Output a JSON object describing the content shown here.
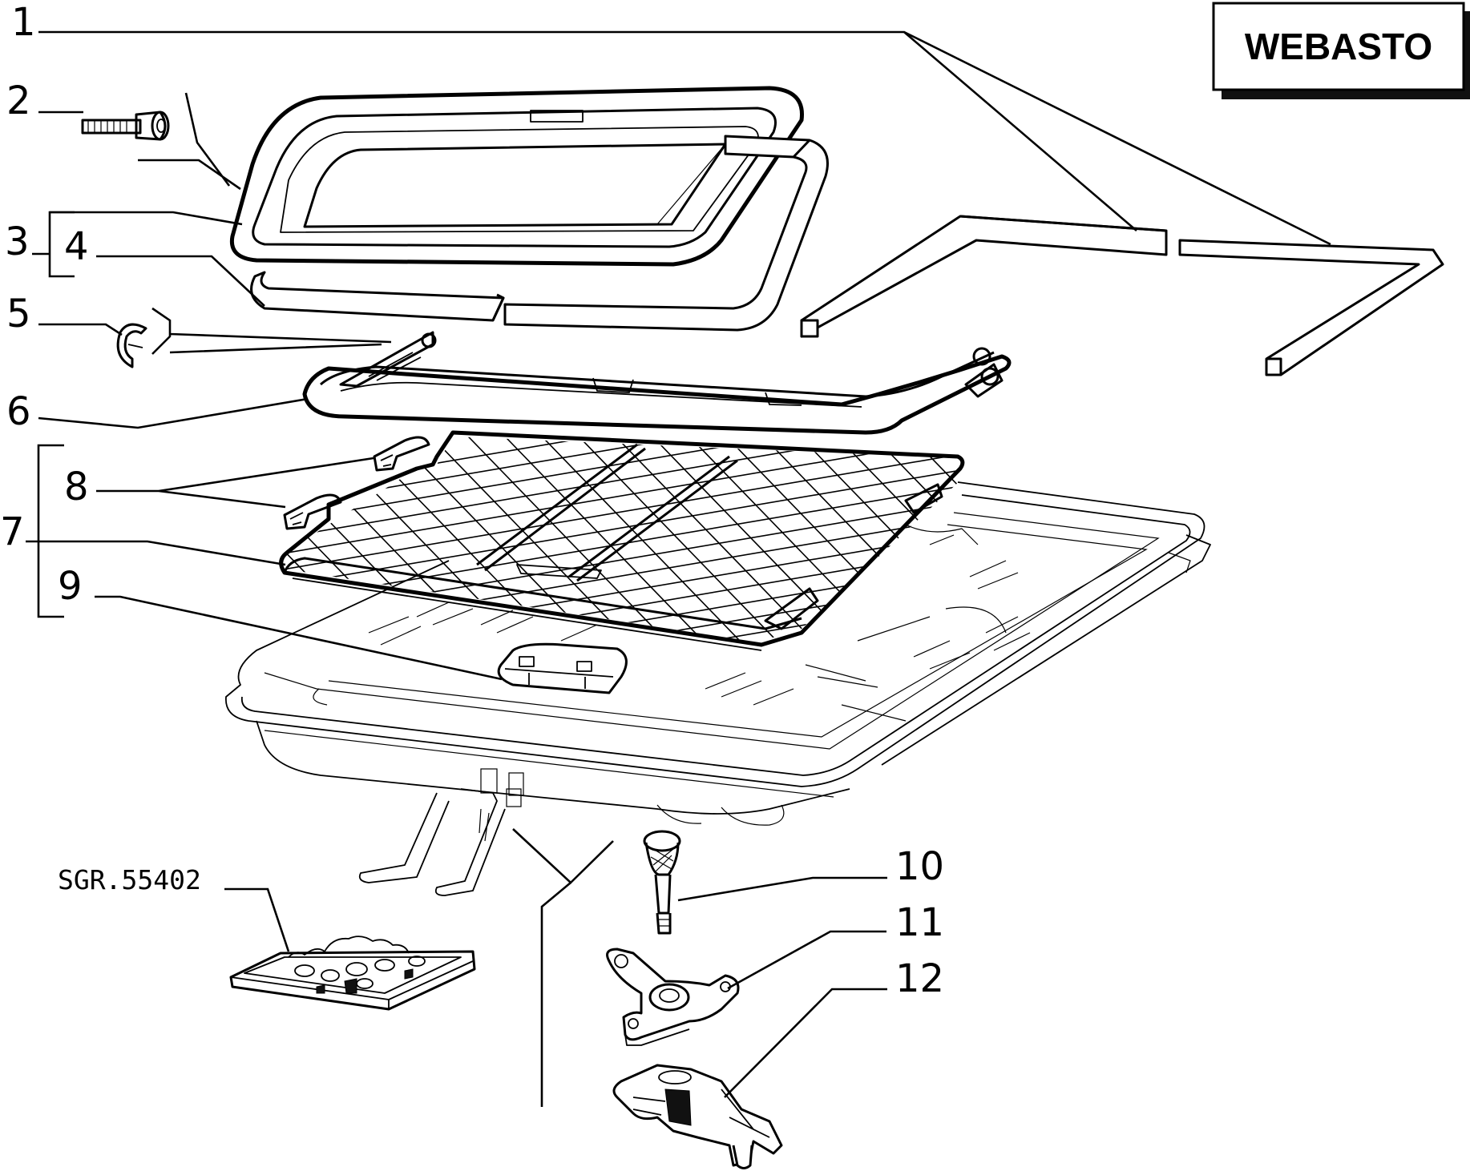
{
  "brand_label": "WEBASTO",
  "reference_label": "SGR.55402",
  "callouts": [
    {
      "id": "1",
      "label": "1"
    },
    {
      "id": "2",
      "label": "2"
    },
    {
      "id": "3",
      "label": "3"
    },
    {
      "id": "4",
      "label": "4"
    },
    {
      "id": "5",
      "label": "5"
    },
    {
      "id": "6",
      "label": "6"
    },
    {
      "id": "7",
      "label": "7"
    },
    {
      "id": "8",
      "label": "8"
    },
    {
      "id": "9",
      "label": "9"
    },
    {
      "id": "10",
      "label": "10"
    },
    {
      "id": "11",
      "label": "11"
    },
    {
      "id": "12",
      "label": "12"
    }
  ]
}
